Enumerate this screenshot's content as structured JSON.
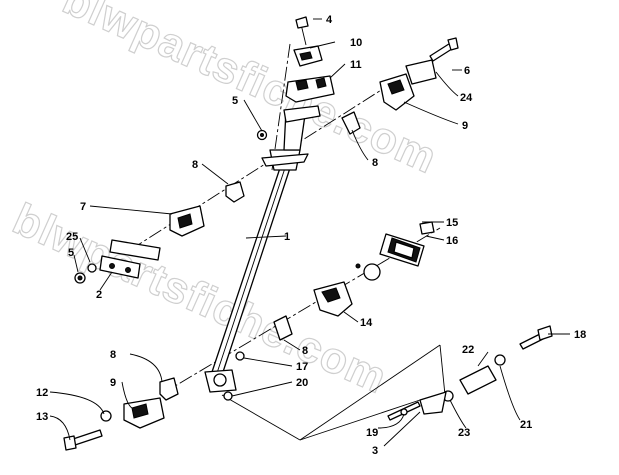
{
  "watermark": {
    "top": "blwpartsfiche.com",
    "bottom": "blwpartsfiche.com"
  },
  "callouts": {
    "c1": "1",
    "c2": "2",
    "c3": "3",
    "c4": "4",
    "c5a": "5",
    "c5b": "5",
    "c6": "6",
    "c7": "7",
    "c8a": "8",
    "c8b": "8",
    "c8c": "8",
    "c9a": "9",
    "c9b": "9",
    "c10": "10",
    "c11": "11",
    "c12": "12",
    "c13": "13",
    "c14": "14",
    "c15": "15",
    "c16": "16",
    "c17": "17",
    "c18": "18",
    "c19": "19",
    "c20": "20",
    "c21": "21",
    "c22": "22",
    "c23": "23",
    "c24": "24",
    "c25": "25"
  },
  "colors": {
    "ink": "#000000",
    "watermark": "#cfcfcf",
    "background": "#ffffff"
  }
}
